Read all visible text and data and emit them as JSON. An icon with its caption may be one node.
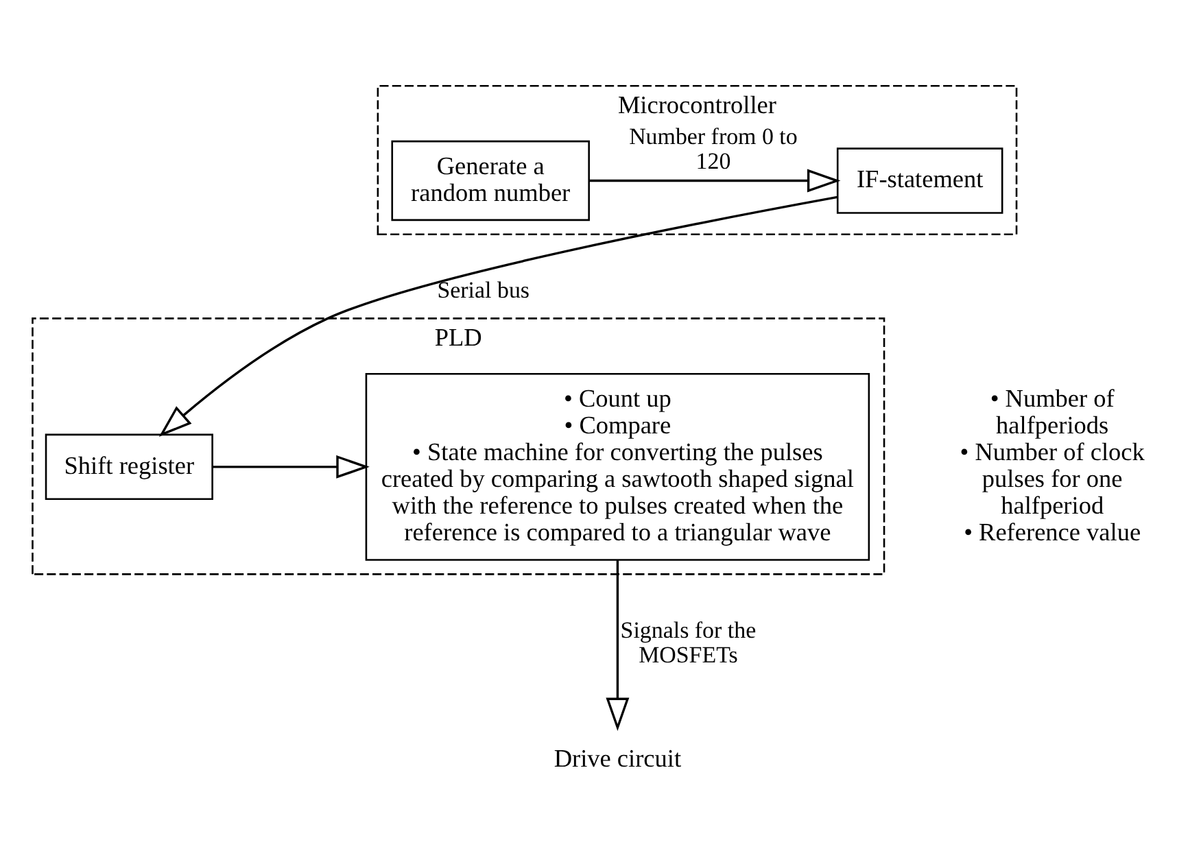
{
  "diagram": {
    "nodes": [
      {
        "text": [
          "Microcontroller"
        ]
      },
      {
        "text": [
          "Generate a random number"
        ],
        "in": 0
      },
      {
        "text": [
          "IF-statement"
        ],
        "in": 0
      },
      {
        "text": [
          "PLD"
        ]
      },
      {
        "text": [
          "Shift register"
        ],
        "in": 3
      },
      {
        "text": [
          "• Count up",
          "• Compare",
          "• State machine for converting the pulses created by comparing a sawtooth shaped signal with the reference to pulses created when the reference is compared to a triangular wave"
        ],
        "in": 3
      },
      {
        "text": [
          "Drive circuit"
        ]
      }
    ],
    "edges": [
      {
        "from": 1,
        "to": 2,
        "arrow": "to",
        "label": "Number from 0 to 120"
      },
      {
        "from": 2,
        "to": 4,
        "arrow": "to",
        "label": "Serial bus"
      },
      {
        "from": 4,
        "to": 5,
        "arrow": "to"
      },
      {
        "from": 5,
        "to": 6,
        "arrow": "to",
        "label": "Signals for the MOSFETs"
      }
    ],
    "labels": [
      "• Number of halfperiods",
      "• Number of clock pulses for one halfperiod",
      "• Reference value"
    ]
  }
}
